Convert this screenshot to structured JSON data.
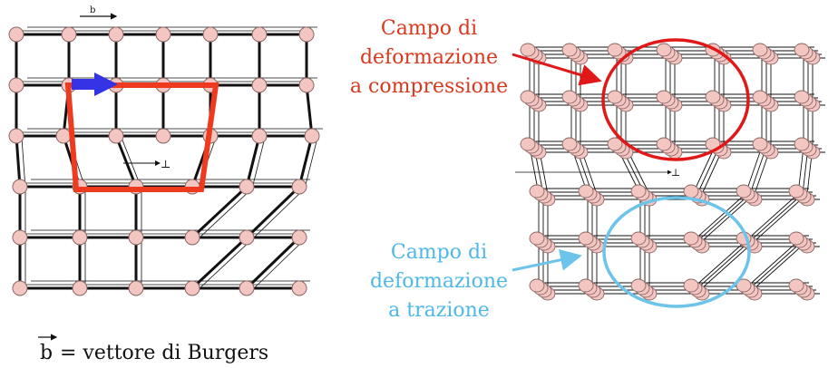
{
  "left_panel": {
    "burgers_label": "b",
    "dislocation_symbol": "⊥"
  },
  "right_panel": {
    "compression_label": [
      "Campo di",
      "deformazione",
      "a compressione"
    ],
    "tension_label": [
      "Campo di",
      "deformazione",
      "a trazione"
    ],
    "dislocation_symbol": "⊥"
  },
  "caption": {
    "vector_symbol": "b",
    "text": "= vettore di Burgers"
  },
  "colors": {
    "atom_fill": "#f4c6c2",
    "atom_stroke": "#8a6663",
    "lattice": "#111111",
    "burgers_circuit": "#ee3a1f",
    "burgers_vector": "#3434e6",
    "compression": "#e01818",
    "tension": "#6cc4ea",
    "compression_text": "#d8391e",
    "tension_text": "#4fb8e8"
  }
}
